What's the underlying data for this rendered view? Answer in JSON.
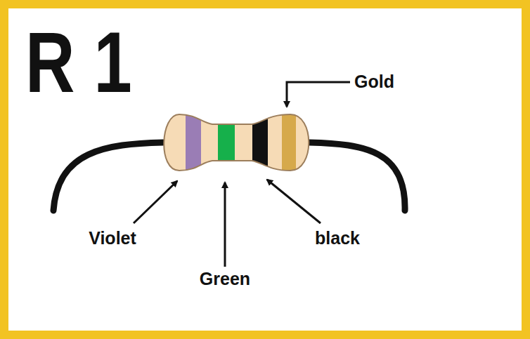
{
  "diagram": {
    "title": "R 1",
    "labels": [
      "Gold",
      "Violet",
      "Green",
      "black"
    ]
  }
}
